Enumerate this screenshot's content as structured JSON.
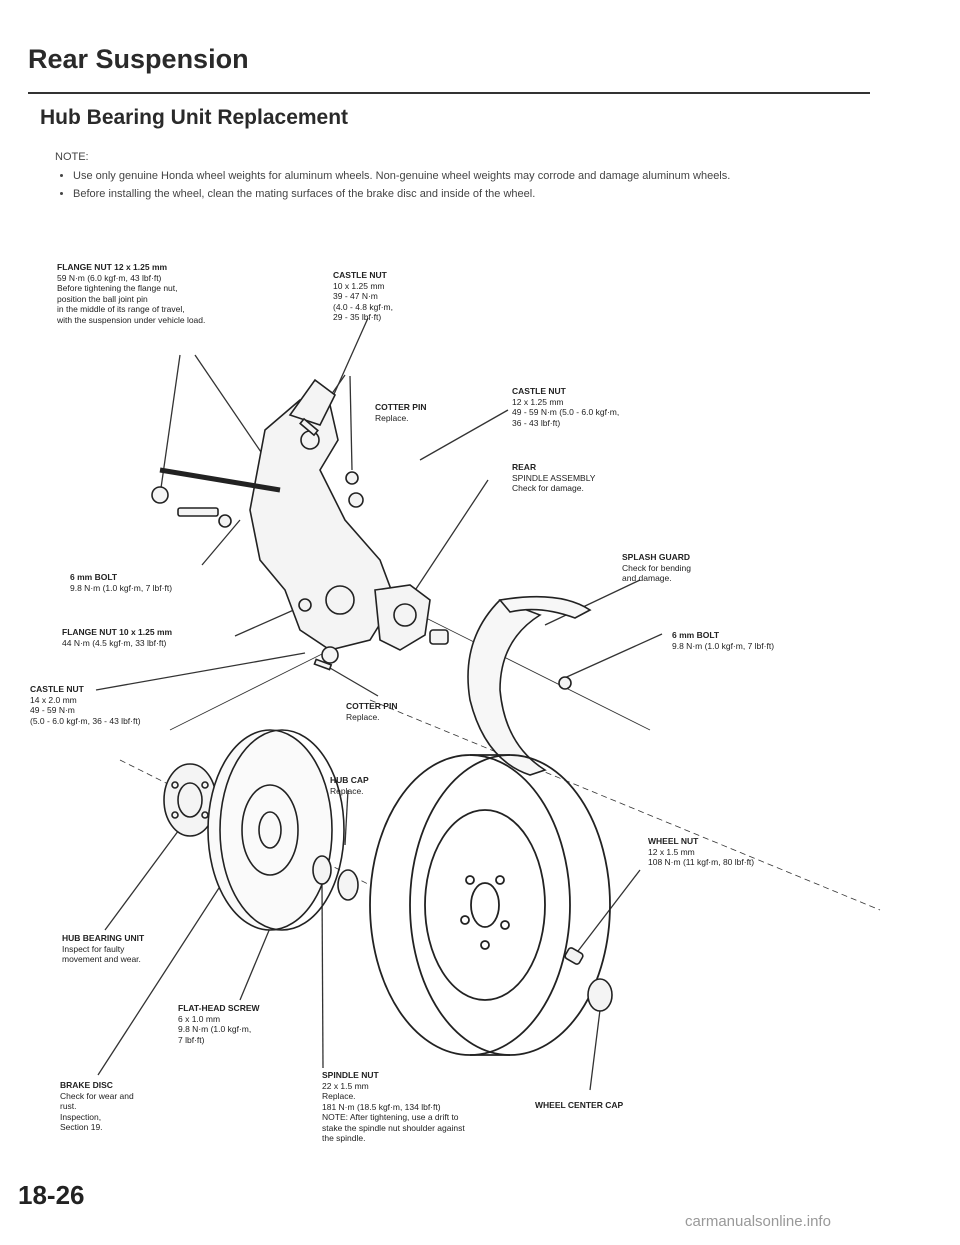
{
  "header": {
    "section_title": "Rear Suspension",
    "sub_title": "Hub Bearing Unit Replacement"
  },
  "note": {
    "heading": "NOTE:",
    "items": [
      "Use only genuine Honda wheel weights for aluminum wheels. Non-genuine wheel weights may corrode and damage aluminum wheels.",
      "Before installing the wheel, clean the mating surfaces of the brake disc and inside of the wheel."
    ]
  },
  "labels": {
    "flange_nut_12": {
      "title": "FLANGE NUT 12 x 1.25 mm",
      "lines": [
        "59 N·m (6.0 kgf·m, 43 lbf·ft)",
        "Before tightening the flange nut,",
        "position the ball joint pin",
        "in the middle of its range of travel,",
        "with the suspension under vehicle load."
      ]
    },
    "castle_nut_10": {
      "title": "CASTLE NUT",
      "lines": [
        "10 x 1.25 mm",
        "39 - 47 N·m",
        "(4.0 - 4.8 kgf·m,",
        "29 - 35 lbf·ft)"
      ]
    },
    "cotter_pin_1": {
      "title": "COTTER PIN",
      "lines": [
        "Replace."
      ]
    },
    "castle_nut_12": {
      "title": "CASTLE NUT",
      "lines": [
        "12 x 1.25 mm",
        "49 - 59 N·m (5.0 - 6.0 kgf·m,",
        "36 - 43 lbf·ft)"
      ]
    },
    "spindle_assembly": {
      "title": "REAR",
      "lines": [
        "SPINDLE ASSEMBLY",
        "Check for damage."
      ]
    },
    "splash_guard": {
      "title": "SPLASH GUARD",
      "lines": [
        "Check for bending",
        "and damage."
      ]
    },
    "bolt_6_left": {
      "title": "6 mm BOLT",
      "lines": [
        "9.8 N·m (1.0 kgf·m, 7 lbf·ft)"
      ]
    },
    "flange_nut_10": {
      "title": "FLANGE NUT 10 x 1.25 mm",
      "lines": [
        "44 N·m (4.5 kgf·m, 33 lbf·ft)"
      ]
    },
    "bolt_6_right": {
      "title": "6 mm BOLT",
      "lines": [
        "9.8 N·m (1.0 kgf·m, 7 lbf·ft)"
      ]
    },
    "castle_nut_14": {
      "title": "CASTLE NUT",
      "lines": [
        "14 x 2.0 mm",
        "49 - 59 N·m",
        "(5.0 - 6.0 kgf·m, 36 - 43 lbf·ft)"
      ]
    },
    "cotter_pin_2": {
      "title": "COTTER PIN",
      "lines": [
        "Replace."
      ]
    },
    "hub_cap": {
      "title": "HUB CAP",
      "lines": [
        "Replace."
      ]
    },
    "wheel_nut": {
      "title": "WHEEL NUT",
      "lines": [
        "12 x 1.5 mm",
        "108 N·m (11 kgf·m, 80 lbf·ft)"
      ]
    },
    "hub_bearing_unit": {
      "title": "HUB BEARING UNIT",
      "lines": [
        "Inspect for faulty",
        "movement and wear."
      ]
    },
    "flat_head_screw": {
      "title": "FLAT-HEAD SCREW",
      "lines": [
        "6 x 1.0 mm",
        "9.8 N·m (1.0 kgf·m,",
        "7 lbf·ft)"
      ]
    },
    "brake_disc": {
      "title": "BRAKE DISC",
      "lines": [
        "Check for wear and",
        "rust.",
        "Inspection,",
        "Section 19."
      ]
    },
    "spindle_nut": {
      "title": "SPINDLE NUT",
      "lines": [
        "22 x 1.5 mm",
        "Replace.",
        "181 N·m (18.5 kgf·m, 134 lbf·ft)",
        "NOTE:  After tightening, use a drift to",
        "stake the spindle nut shoulder against",
        "the spindle."
      ]
    },
    "wheel_center_cap": {
      "title": "WHEEL CENTER CAP",
      "lines": []
    }
  },
  "footer": {
    "page_number": "18-26",
    "watermark": "carmanualsonline.info"
  }
}
